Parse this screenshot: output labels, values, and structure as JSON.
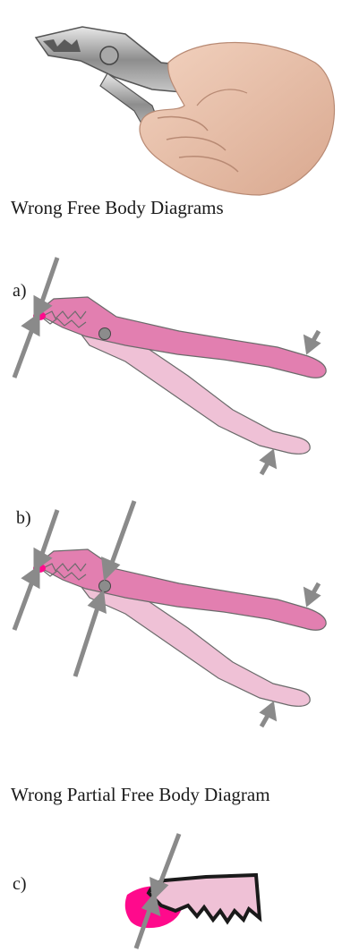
{
  "headings": {
    "wrong_fbd": "Wrong Free Body Diagrams",
    "wrong_partial_fbd": "Wrong Partial Free Body Diagram"
  },
  "diagram_labels": {
    "a": "a)",
    "b": "b)",
    "c": "c)"
  },
  "colors": {
    "arrow": "#8a8a8a",
    "upper_handle": "#e27fb0",
    "lower_handle": "#efc1d6",
    "jaw_contact": "#ff0a8c",
    "pivot": "#8c8c8c",
    "outline": "#2b2b2b"
  },
  "icons": {
    "photo": "hand-holding-pliers-photo",
    "pliers": "slip-joint-pliers-diagram",
    "arrow": "force-arrow"
  }
}
